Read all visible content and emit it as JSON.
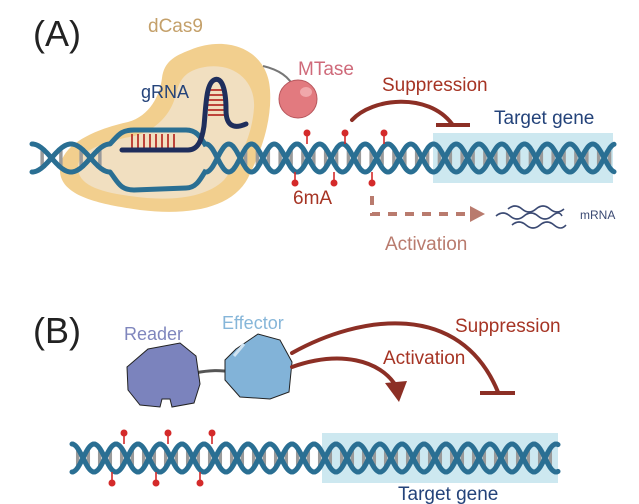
{
  "colors": {
    "dna_strand": "#2a6f93",
    "base_pair": "#9a9a9a",
    "methyl": "#d42a2a",
    "target_box": "#cde8f0",
    "dcas9_outer": "#f2cf8e",
    "dcas9_inner": "#f1dfc0",
    "grna": "#1f2e5c",
    "grna_pairs": "#b8322b",
    "mtase": "#e27a7f",
    "arrow_dark": "#8c2f25",
    "arrow_light": "#b97b6e",
    "reader": "#7b83bd",
    "effector": "#82b3d8",
    "text_navy": "#24437a",
    "text_tan": "#c4a06a",
    "text_pink": "#cf6a7a",
    "text_red": "#a63424",
    "text_reader": "#7f86bd",
    "text_effector": "#86b6d9"
  },
  "panel_a": {
    "panel_label": "(A)",
    "dcas9_label": "dCas9",
    "grna_label": "gRNA",
    "mtase_label": "MTase",
    "suppression_label": "Suppression",
    "target_gene_label": "Target gene",
    "modification_label": "6mA",
    "activation_label": "Activation",
    "mrna_label": "mRNA"
  },
  "panel_b": {
    "panel_label": "(B)",
    "reader_label": "Reader",
    "effector_label": "Effector",
    "suppression_label": "Suppression",
    "activation_label": "Activation",
    "target_gene_label": "Target gene"
  }
}
